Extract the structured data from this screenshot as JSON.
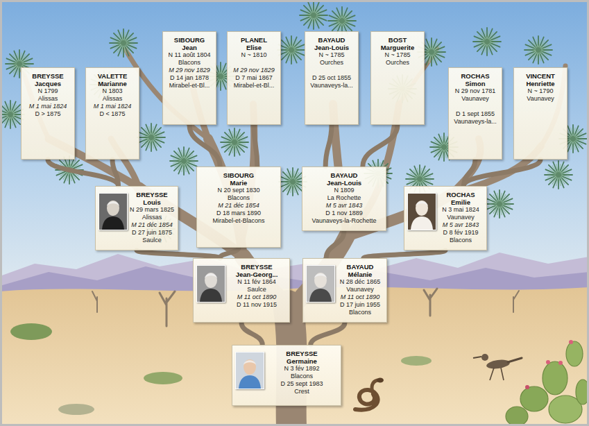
{
  "diagram": {
    "nodes": [
      {
        "text": [
          "BREYSSE",
          "Jacques",
          "N 1799",
          "Alissas",
          "M 1 mai 1824",
          "D > 1875"
        ]
      },
      {
        "text": [
          "VALETTE",
          "Marianne",
          "N 1803",
          "Alissas",
          "M 1 mai 1824",
          "D < 1875"
        ]
      },
      {
        "text": [
          "SIBOURG",
          "Jean",
          "N 11 août 1804",
          "Blacons",
          "M 29 nov 1829",
          "D 14 jan 1878",
          "Mirabel-et-Bl..."
        ]
      },
      {
        "text": [
          "PLANEL",
          "Elise",
          "N ~ 1810",
          "M 29 nov 1829",
          "D 7 mai 1867",
          "Mirabel-et-Bl..."
        ]
      },
      {
        "text": [
          "BAYAUD",
          "Jean-Louis",
          "N ~ 1785",
          "Ourches",
          "D 25 oct 1855",
          "Vaunaveys-la..."
        ]
      },
      {
        "text": [
          "BOST",
          "Marguerite",
          "N ~ 1785",
          "Ourches"
        ]
      },
      {
        "text": [
          "ROCHAS",
          "Simon",
          "N 29 nov 1781",
          "Vaunavey",
          "D 1 sept 1855",
          "Vaunaveys-la..."
        ]
      },
      {
        "text": [
          "VINCENT",
          "Henriette",
          "N ~ 1790",
          "Vaunavey"
        ]
      },
      {
        "text": [
          "BREYSSE",
          "Louis",
          "N 29 mars 1825",
          "Alissas",
          "M 21 déc 1854",
          "D 27 juin 1875",
          "Saulce"
        ]
      },
      {
        "text": [
          "SIBOURG",
          "Marie",
          "N 20 sept 1830",
          "Blacons",
          "M 21 déc 1854",
          "D 18 mars 1890",
          "Mirabel-et-Blacons"
        ]
      },
      {
        "text": [
          "BAYAUD",
          "Jean-Louis",
          "N 1809",
          "La Rochette",
          "M 5 avr 1843",
          "D 1 nov 1889",
          "Vaunaveys-la-Rochette"
        ]
      },
      {
        "text": [
          "ROCHAS",
          "Emilie",
          "N 3 mai 1824",
          "Vaunavey",
          "M 5 avr 1843",
          "D 8 fév 1919",
          "Blacons"
        ]
      },
      {
        "text": [
          "BREYSSE",
          "Jean-Georg...",
          "N 11 fév 1864",
          "Saulce",
          "M 11 oct 1890",
          "D 11 nov 1915"
        ]
      },
      {
        "text": [
          "BAYAUD",
          "Mélanie",
          "N 28 déc 1865",
          "Vaunavey",
          "M 11 oct 1890",
          "D 17 juin 1955",
          "Blacons"
        ]
      },
      {
        "text": [
          "BREYSSE",
          "Germaine",
          "N 3 fév 1892",
          "Blacons",
          "D 25 sept 1983",
          "Crest"
        ]
      }
    ],
    "edges": [
      {
        "from": 14,
        "to": 12,
        "arrow": "none"
      },
      {
        "from": 14,
        "to": 13,
        "arrow": "none"
      },
      {
        "from": 12,
        "to": 8,
        "arrow": "none"
      },
      {
        "from": 12,
        "to": 9,
        "arrow": "none"
      },
      {
        "from": 13,
        "to": 10,
        "arrow": "none"
      },
      {
        "from": 13,
        "to": 11,
        "arrow": "none"
      },
      {
        "from": 8,
        "to": 0,
        "arrow": "none"
      },
      {
        "from": 8,
        "to": 1,
        "arrow": "none"
      },
      {
        "from": 9,
        "to": 2,
        "arrow": "none"
      },
      {
        "from": 9,
        "to": 3,
        "arrow": "none"
      },
      {
        "from": 10,
        "to": 4,
        "arrow": "none"
      },
      {
        "from": 10,
        "to": 5,
        "arrow": "none"
      },
      {
        "from": 11,
        "to": 6,
        "arrow": "none"
      },
      {
        "from": 11,
        "to": 7,
        "arrow": "none"
      }
    ]
  }
}
